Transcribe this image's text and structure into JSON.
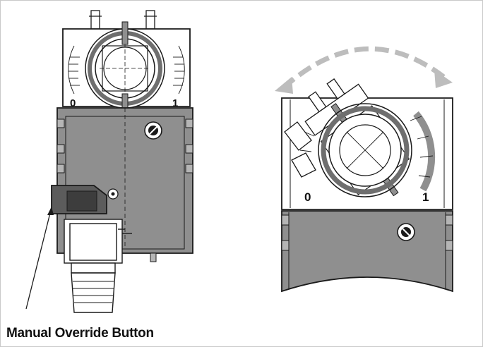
{
  "callout": {
    "label": "Manual Override Button"
  },
  "left_view": {
    "scale_min": "0",
    "scale_max": "1"
  },
  "right_view": {
    "scale_min": "0",
    "scale_max": "1"
  },
  "colors": {
    "housing": "#8f8f8f",
    "housing_light": "#b5b5b5",
    "outline": "#1a1a1a",
    "ring": "#6e6e6e",
    "arrow": "#bdbdbd"
  }
}
